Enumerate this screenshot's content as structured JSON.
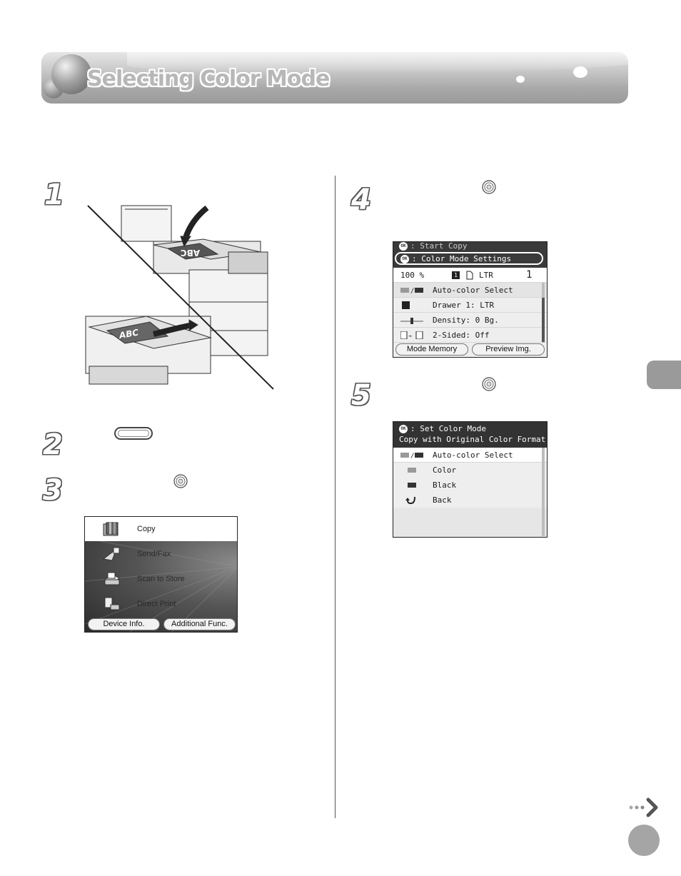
{
  "page": {
    "title": "Selecting Color Mode"
  },
  "steps": [
    "1",
    "2",
    "3",
    "4",
    "5"
  ],
  "main_menu": {
    "items": [
      {
        "label": "Copy"
      },
      {
        "label": "Send/Fax"
      },
      {
        "label": "Scan to Store"
      },
      {
        "label": "Direct Print"
      }
    ],
    "buttons": {
      "device_info": "Device Info.",
      "additional_func": "Additional Func."
    }
  },
  "copy_screen": {
    "header_top": ": Start Copy",
    "header_selected": ": Color Mode Settings",
    "status": {
      "zoom": "100 %",
      "drawer": "1",
      "paper": "LTR",
      "copies": "1"
    },
    "rows": [
      {
        "label": "Auto-color Select",
        "icon": "color-mode-icon"
      },
      {
        "label": "Drawer 1: LTR",
        "icon": "drawer-icon"
      },
      {
        "label": "Density: 0 Bg.",
        "icon": "density-icon"
      },
      {
        "label": "2-Sided: Off",
        "icon": "two-sided-icon"
      }
    ],
    "buttons": {
      "mode_memory": "Mode Memory",
      "preview": "Preview Img."
    }
  },
  "color_mode_screen": {
    "header_line1": ": Set Color Mode",
    "header_line2": "Copy with Original Color Format",
    "options": [
      {
        "label": "Auto-color Select",
        "icon": "auto-color-icon"
      },
      {
        "label": "Color",
        "icon": "color-icon"
      },
      {
        "label": "Black",
        "icon": "black-icon"
      },
      {
        "label": "Back",
        "icon": "back-arrow-icon"
      }
    ]
  },
  "colors": {
    "lcd_header": "#333333",
    "title_gray": "#b7b7b7",
    "selection": "#ffffff"
  }
}
